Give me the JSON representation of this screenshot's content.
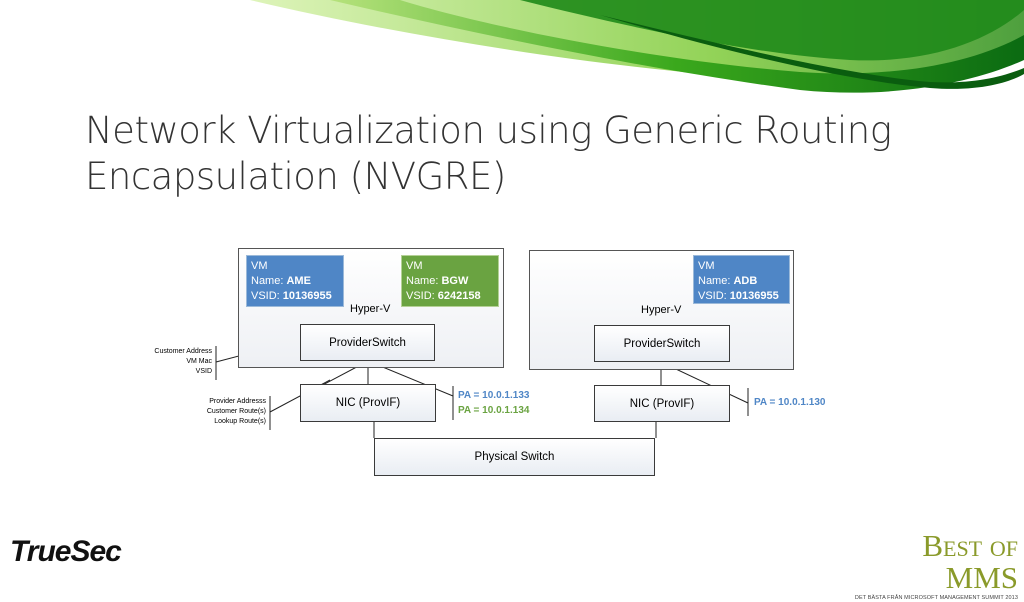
{
  "title": {
    "line1": "Network Virtualization using Generic Routing",
    "line2": "Encapsulation (NVGRE)"
  },
  "hosts": [
    {
      "hyperv_label": "Hyper-V",
      "vms": [
        {
          "header": "VM",
          "name_label": "Name:",
          "name": "AME",
          "vsid_label": "VSID:",
          "vsid": "10136955",
          "color": "#4f86c6"
        },
        {
          "header": "VM",
          "name_label": "Name:",
          "name": "BGW",
          "vsid_label": "VSID:",
          "vsid": "6242158",
          "color": "#6aa341"
        }
      ],
      "switch_label": "ProviderSwitch",
      "nic_label": "NIC (ProvIF)",
      "pa": [
        {
          "text": "PA = 10.0.1.133",
          "color": "#4f86c6"
        },
        {
          "text": "PA = 10.0.1.134",
          "color": "#6aa341"
        }
      ]
    },
    {
      "hyperv_label": "Hyper-V",
      "vms": [
        {
          "header": "VM",
          "name_label": "Name:",
          "name": "ADB",
          "vsid_label": "VSID:",
          "vsid": "10136955",
          "color": "#4f86c6"
        }
      ],
      "switch_label": "ProviderSwitch",
      "nic_label": "NIC (ProvIF)",
      "pa": [
        {
          "text": "PA = 10.0.1.130",
          "color": "#4f86c6"
        }
      ]
    }
  ],
  "physical_switch_label": "Physical Switch",
  "annotations": {
    "switch_info": [
      "Customer Address",
      "VM Mac",
      "VSID"
    ],
    "nic_info": [
      "Provider Addresss",
      "Customer Route(s)",
      "Lookup Route(s)"
    ]
  },
  "logos": {
    "truesec": "TrueSec",
    "mms_main": "Best of MMS",
    "mms_sub": "DET BÄSTA FRÅN MICROSOFT MANAGEMENT SUMMIT 2013"
  }
}
